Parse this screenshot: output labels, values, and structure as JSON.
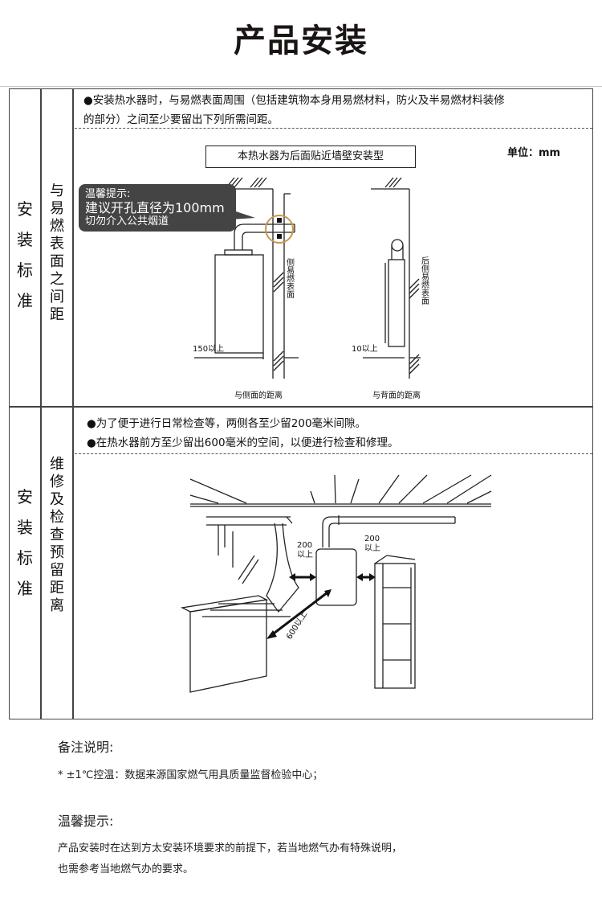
{
  "page": {
    "title": "产品安装"
  },
  "table": {
    "rows": [
      {
        "category": [
          "安",
          "装",
          "标",
          "准"
        ],
        "subcategory": [
          "与",
          "易",
          "燃",
          "表",
          "面",
          "之",
          "间",
          "距"
        ],
        "bullets": [
          "●安装热水器时，与易燃表面周围（包括建筑物本身用易燃材料，防火及半易燃材料装修",
          "的部分）之间至少要留出下列所需间距。"
        ],
        "diagram": {
          "box_label": "本热水器为后面贴近墙壁安装型",
          "unit_label": "单位：mm",
          "tip": {
            "title": "温馨提示:",
            "line1": "建议开孔直径为100mm",
            "line2": "切勿介入公共烟道"
          },
          "side_wall_label": "侧易燃表面",
          "back_wall_label": "后侧易燃表面",
          "side_distance": "150以上",
          "back_distance": "10以上",
          "side_caption": "与侧面的距离",
          "back_caption": "与背面的距离"
        }
      },
      {
        "category": [
          "安",
          "装",
          "标",
          "准"
        ],
        "subcategory": [
          "维",
          "修",
          "及",
          "检",
          "查",
          "预",
          "留",
          "距",
          "离"
        ],
        "bullets": [
          "●为了便于进行日常检查等，两侧各至少留200毫米间隙。",
          "●在热水器前方至少留出600毫米的空间，以便进行检查和修理。"
        ],
        "diagram": {
          "left_gap_value": "200",
          "left_gap_unit": "以上",
          "right_gap_value": "200",
          "right_gap_unit": "以上",
          "front_gap": "600以上"
        }
      }
    ]
  },
  "remarks": {
    "heading": "备注说明:",
    "note": "* ±1℃控温：数据来源国家燃气用具质量监督检验中心；"
  },
  "tips": {
    "heading": "温馨提示:",
    "line1": "产品安装时在达到方太安装环境要求的前提下，若当地燃气办有特殊说明，",
    "line2": "也需参考当地燃气办的要求。"
  },
  "colors": {
    "tip_bubble": "#444444",
    "highlight_circle": "#c8964a",
    "border": "#444444"
  }
}
